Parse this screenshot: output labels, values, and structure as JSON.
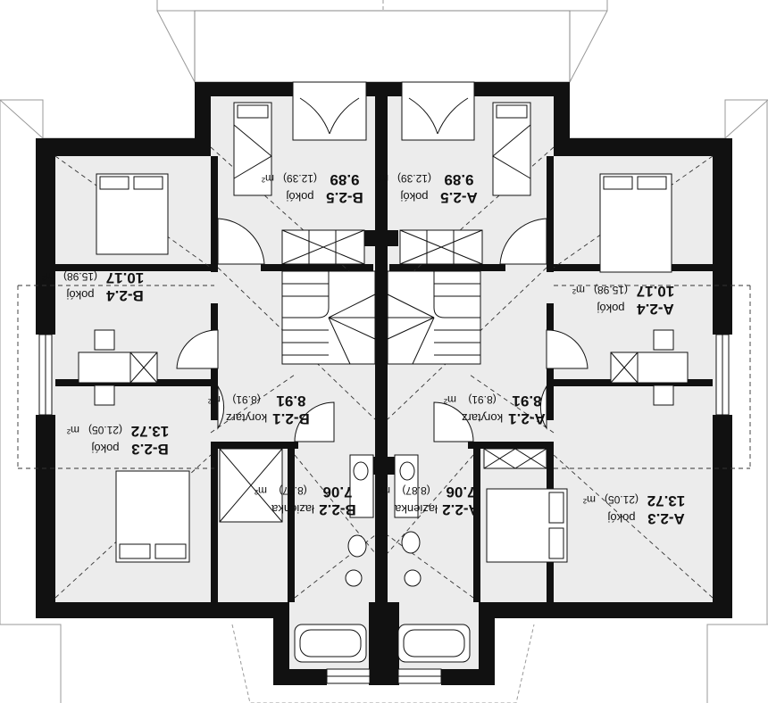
{
  "plan": {
    "rooms": [
      {
        "id": "A-2.1",
        "code": "A-2.1",
        "name": "korytarz",
        "area": "8.91",
        "sub": "(8.91)",
        "unit": "m²"
      },
      {
        "id": "A-2.2",
        "code": "A-2.2",
        "name": "łazienka",
        "area": "7.06",
        "sub": "(8.87)",
        "unit": "m²"
      },
      {
        "id": "A-2.3",
        "code": "A-2.3",
        "name": "pokój",
        "area": "13.72",
        "sub": "(21.05)",
        "unit": "m²"
      },
      {
        "id": "A-2.4",
        "code": "A-2.4",
        "name": "pokój",
        "area": "10.17",
        "sub": "(15.98)",
        "unit": "m²"
      },
      {
        "id": "A-2.5",
        "code": "A-2.5",
        "name": "pokój",
        "area": "9.89",
        "sub": "(12.39)",
        "unit": "m²"
      },
      {
        "id": "B-2.1",
        "code": "B-2.1",
        "name": "korytarz",
        "area": "8.91",
        "sub": "(8.91)",
        "unit": "m²"
      },
      {
        "id": "B-2.2",
        "code": "B-2.2",
        "name": "łazienka",
        "area": "7.06",
        "sub": "(8.87)",
        "unit": "m²"
      },
      {
        "id": "B-2.3",
        "code": "B-2.3",
        "name": "pokój",
        "area": "13.72",
        "sub": "(21.05)",
        "unit": "m²"
      },
      {
        "id": "B-2.4",
        "code": "B-2.4",
        "name": "pokój",
        "area": "10.17",
        "sub": "(15.98)",
        "unit": "m²"
      },
      {
        "id": "B-2.5",
        "code": "B-2.5",
        "name": "pokój",
        "area": "9.89",
        "sub": "(12.39)",
        "unit": "m²"
      }
    ]
  }
}
